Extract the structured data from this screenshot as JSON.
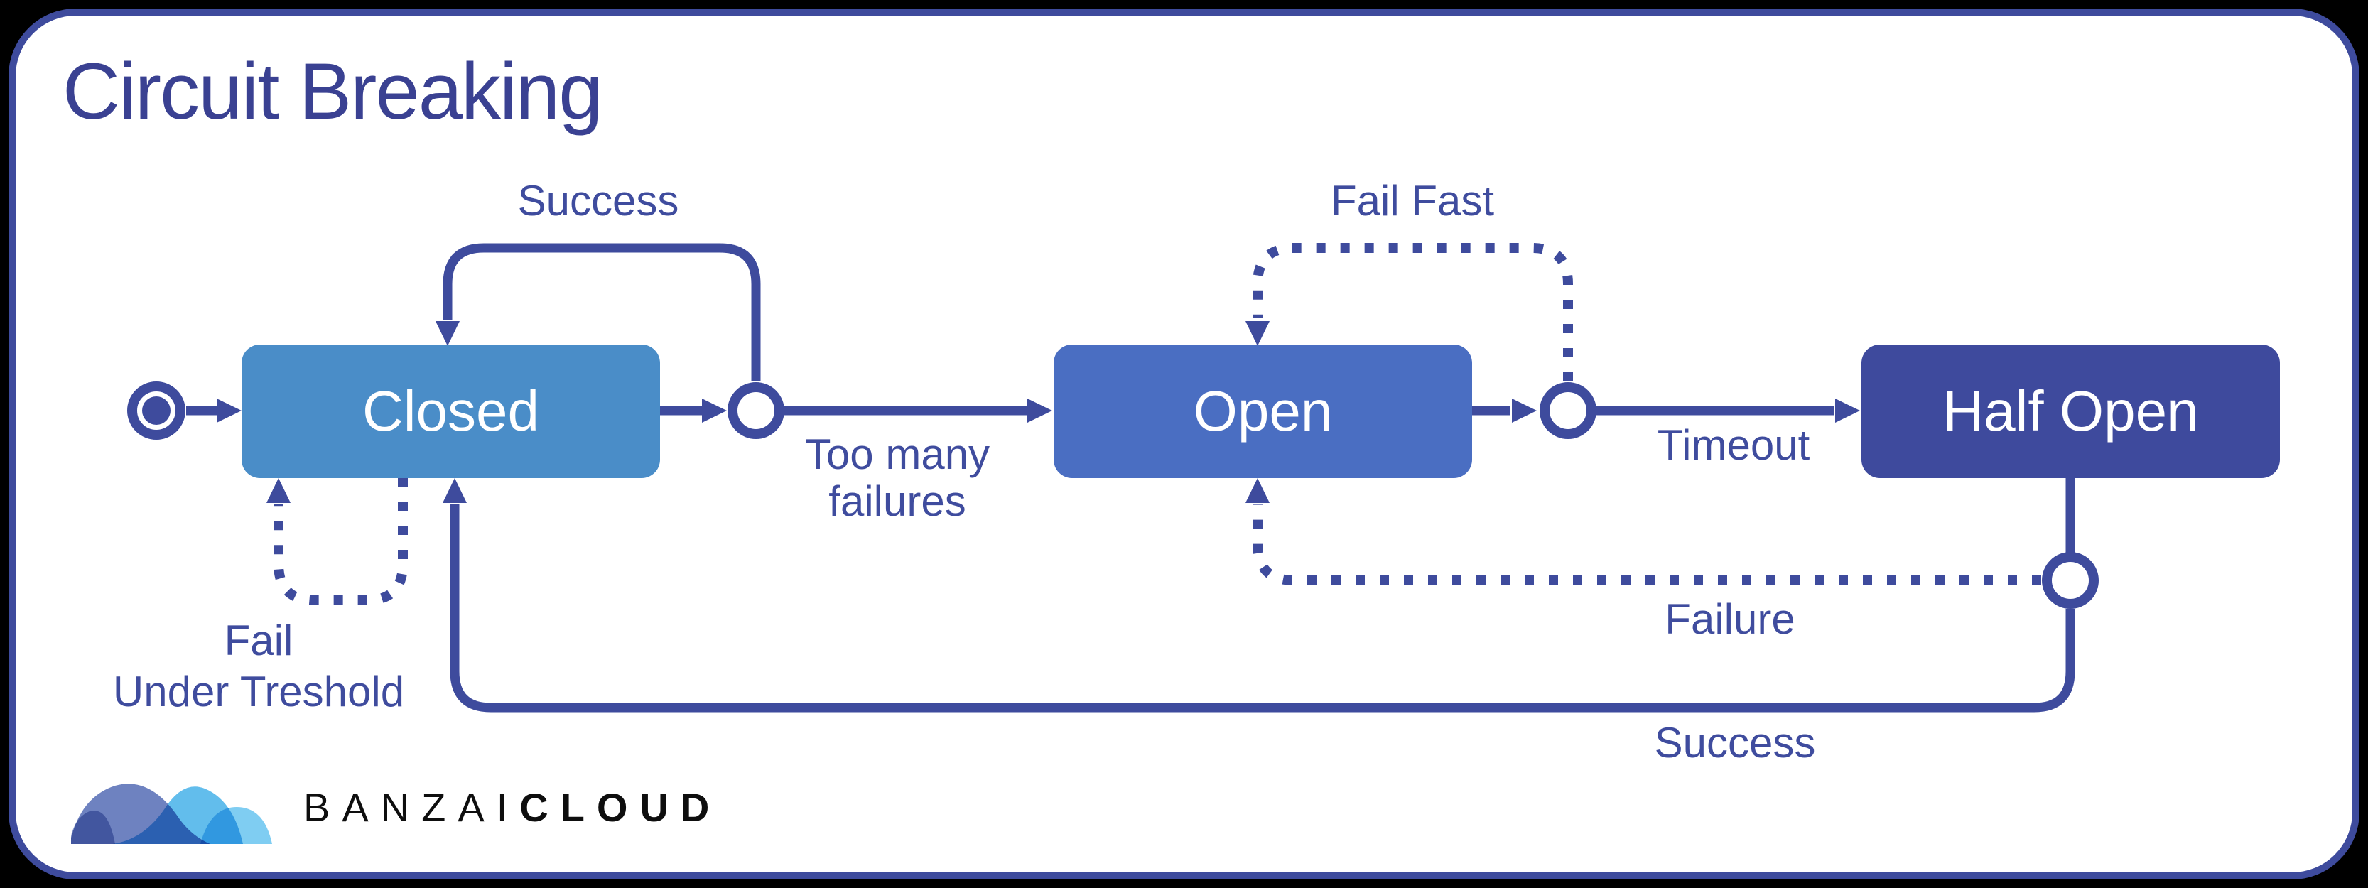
{
  "title": "Circuit Breaking",
  "states": [
    {
      "id": "closed",
      "label": "Closed"
    },
    {
      "id": "open",
      "label": "Open"
    },
    {
      "id": "half_open",
      "label": "Half Open"
    }
  ],
  "transitions": {
    "success_top": "Success",
    "too_many_failures": {
      "line1": "Too many",
      "line2": "failures"
    },
    "fail_fast": "Fail Fast",
    "timeout": "Timeout",
    "failure": "Failure",
    "success_bottom": "Success",
    "fail_under_treshold": {
      "line1": "Fail",
      "line2": "Under Treshold"
    }
  },
  "logo": {
    "brand_light": "BANZAI",
    "brand_bold": "CLOUD"
  },
  "colors": {
    "frame_border": "#3e4b9d",
    "connector": "#3e4b9d",
    "label_text": "#3f4c9e",
    "title_text": "#3a4192",
    "state_closed_fill": "#4a8dc8",
    "state_open_fill": "#4a6ec2",
    "state_half_open_fill": "#3e4a9d",
    "state_text": "#ffffff",
    "logo_slate": "#6e82c0",
    "logo_sky": "#62bdec",
    "logo_light_sky": "#7fcdf2",
    "logo_lavender": "#98a8d4",
    "background": "#ffffff"
  }
}
